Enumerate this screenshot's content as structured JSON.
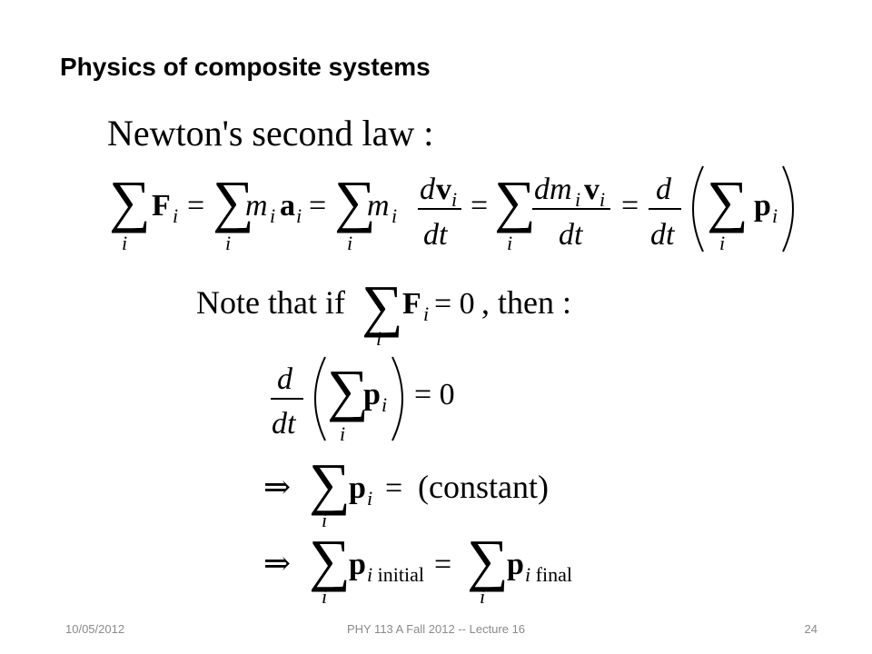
{
  "slide": {
    "title": "Physics of composite systems",
    "heading": "Newton's second law :",
    "note": "Note that if",
    "note_then": ", then :",
    "constant": "(constant)"
  },
  "footer": {
    "date": "10/05/2012",
    "course": "PHY 113 A  Fall 2012 -- Lecture 16",
    "page": "24"
  }
}
